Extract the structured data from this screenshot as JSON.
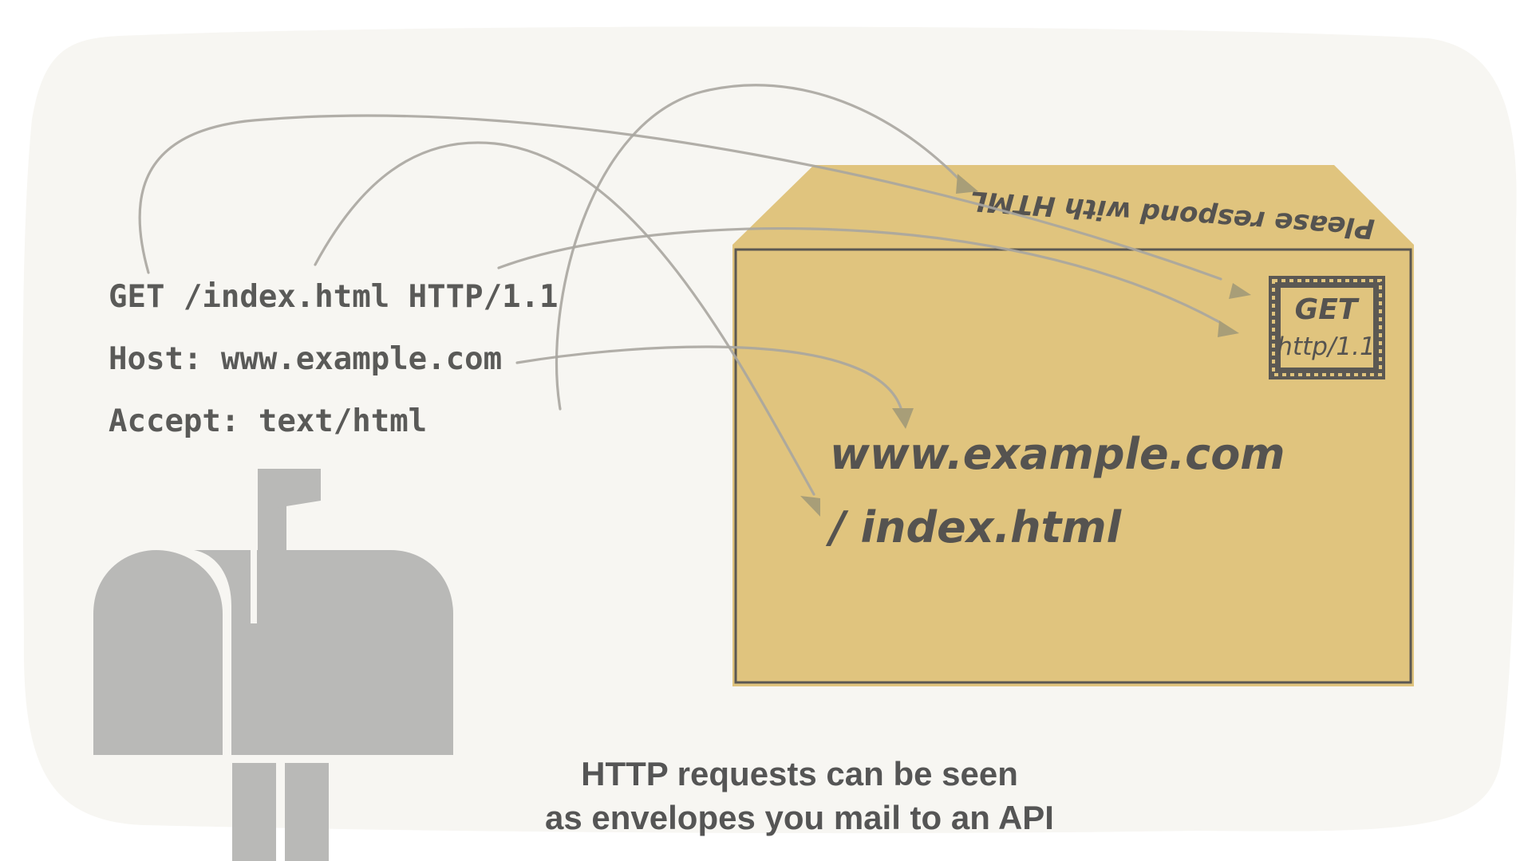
{
  "request": {
    "line1": "GET /index.html HTTP/1.1",
    "line2": "Host: www.example.com",
    "line3": "Accept: text/html"
  },
  "envelope": {
    "flap_note": "Please respond with HTML",
    "stamp_method": "GET",
    "stamp_version": "http/1.1",
    "address_host": "www.example.com",
    "address_path": "/ index.html"
  },
  "caption": {
    "line1": "HTTP requests can be seen",
    "line2": "as envelopes you mail to an API"
  },
  "colors": {
    "background_blob": "#f7f6f2",
    "envelope": "#e0c47e",
    "envelope_border": "#5b5853",
    "mailbox": "#b9b9b7",
    "text": "#5a5a58",
    "arrow": "#a8a6a0"
  },
  "icons": {
    "mailbox": "mailbox-icon",
    "stamp": "postage-stamp-icon",
    "envelope": "envelope-icon"
  }
}
